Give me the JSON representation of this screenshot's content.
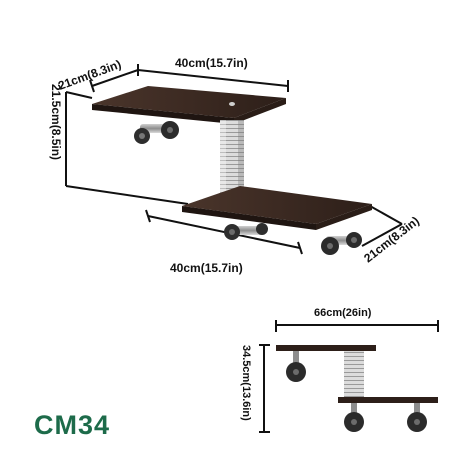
{
  "product_code": "CM34",
  "main_view": {
    "top_depth": "21cm(8.3in)",
    "top_width": "40cm(15.7in)",
    "height": "21.5cm(8.5in)",
    "bottom_width": "40cm(15.7in)",
    "bottom_depth": "21cm(8.3in)"
  },
  "front_view": {
    "total_width": "66cm(26in)",
    "total_height": "34.5cm(13.6in)"
  },
  "colors": {
    "code_text": "#1d6b4a",
    "wood": "#3a2a22",
    "pipe": "#2e2e2e"
  }
}
